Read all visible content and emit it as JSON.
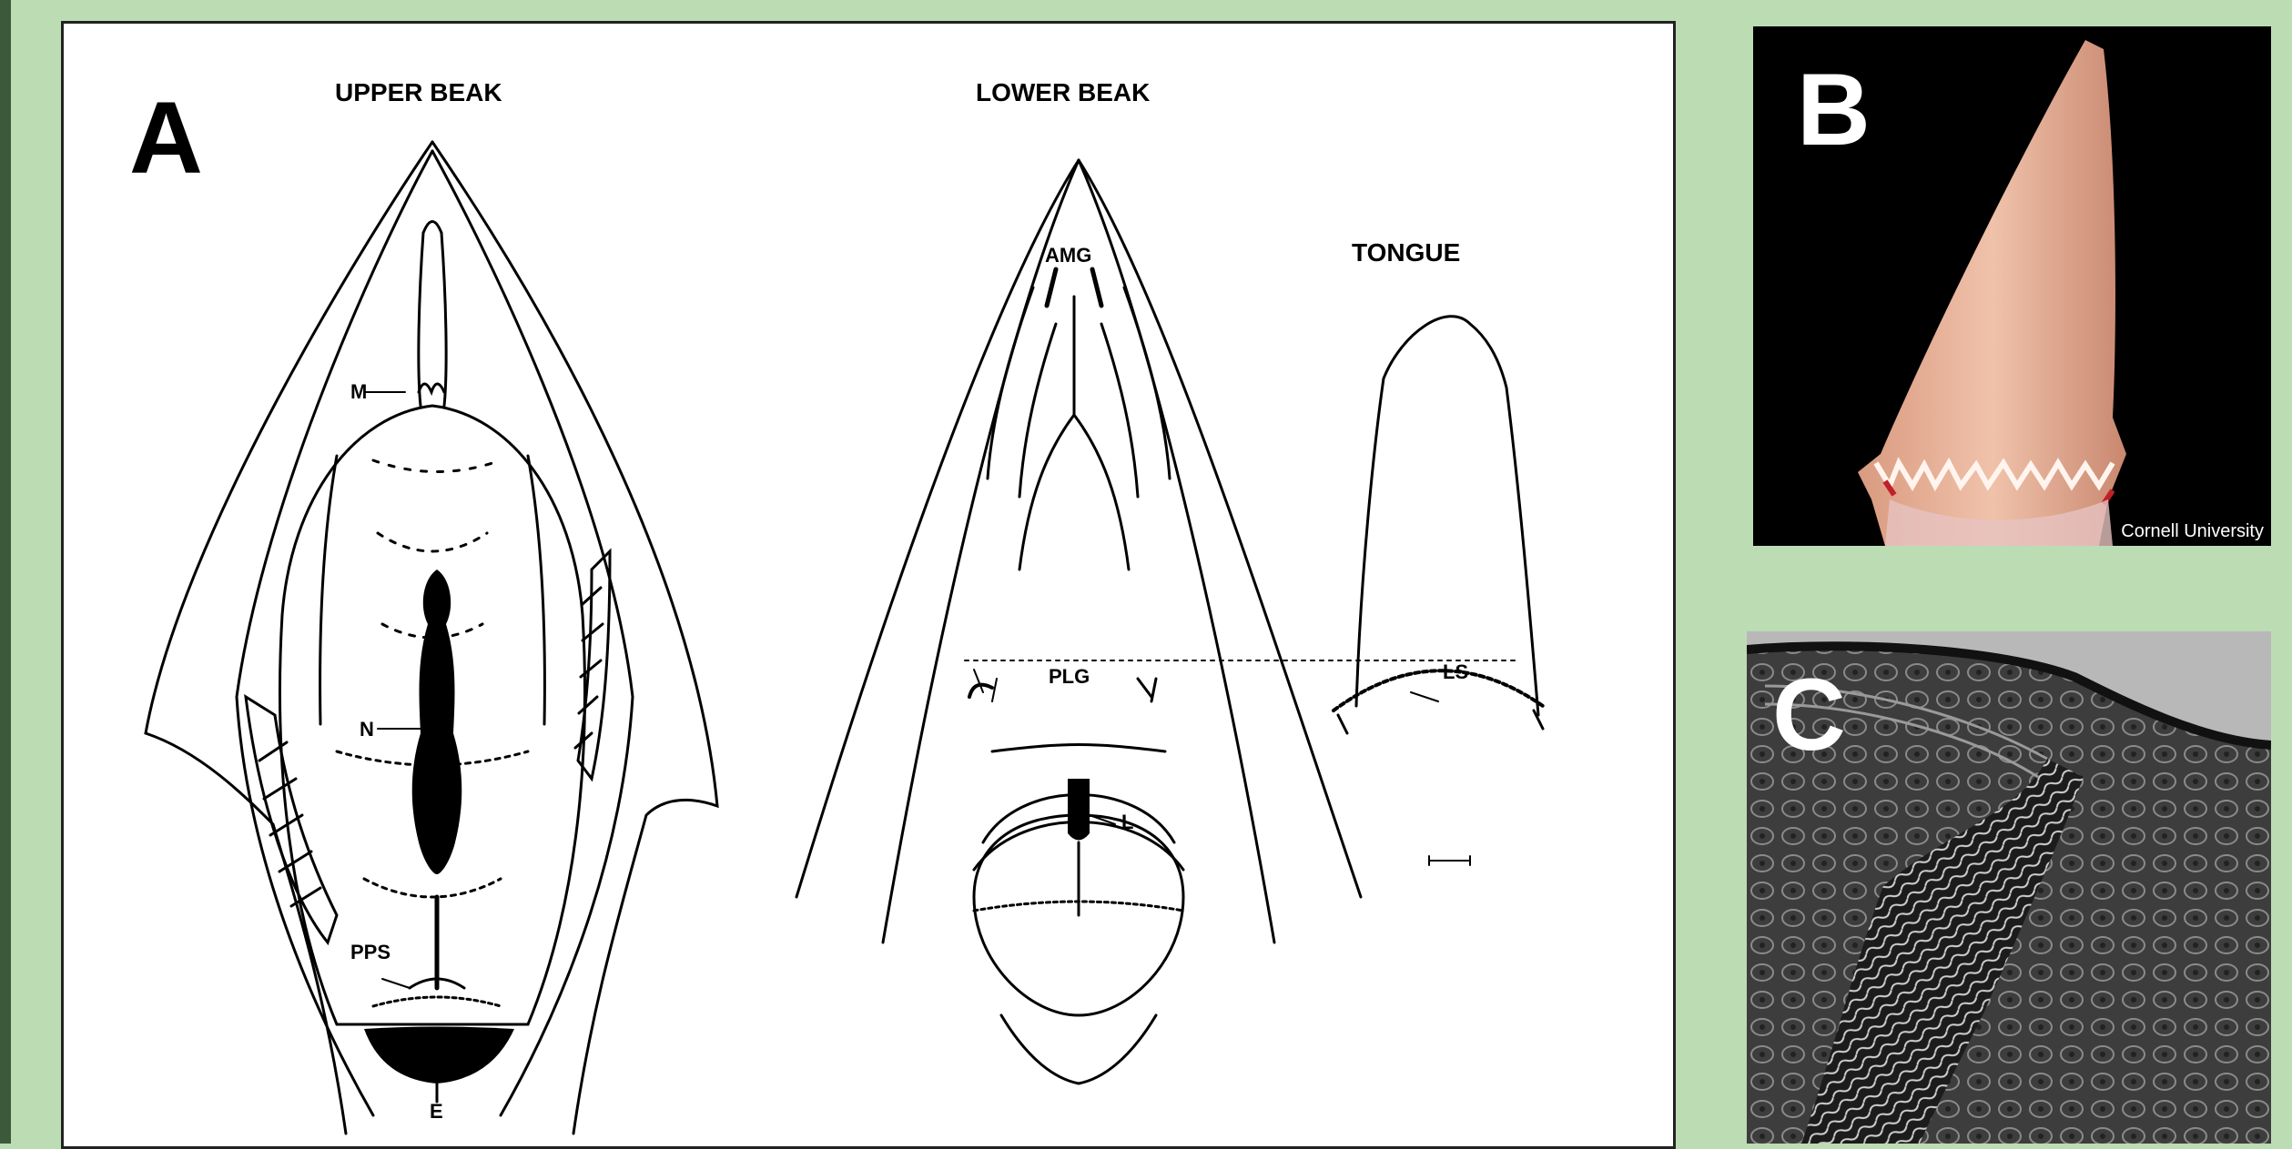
{
  "panel_a": {
    "label": "A",
    "upper_beak": {
      "title": "UPPER BEAK",
      "labels": {
        "m": "M",
        "n": "N",
        "pps": "PPS",
        "e": "E"
      }
    },
    "lower_beak": {
      "title": "LOWER BEAK",
      "labels": {
        "amg": "AMG",
        "plg": "PLG",
        "l": "L"
      }
    },
    "tongue": {
      "title": "TONGUE",
      "labels": {
        "ls": "LS"
      }
    }
  },
  "panel_b": {
    "label": "B",
    "credit": "Cornell University"
  },
  "panel_c": {
    "label": "C"
  },
  "colors": {
    "background": "#bcdcb4",
    "ink": "#000000",
    "tissue": "#e8b49a"
  }
}
